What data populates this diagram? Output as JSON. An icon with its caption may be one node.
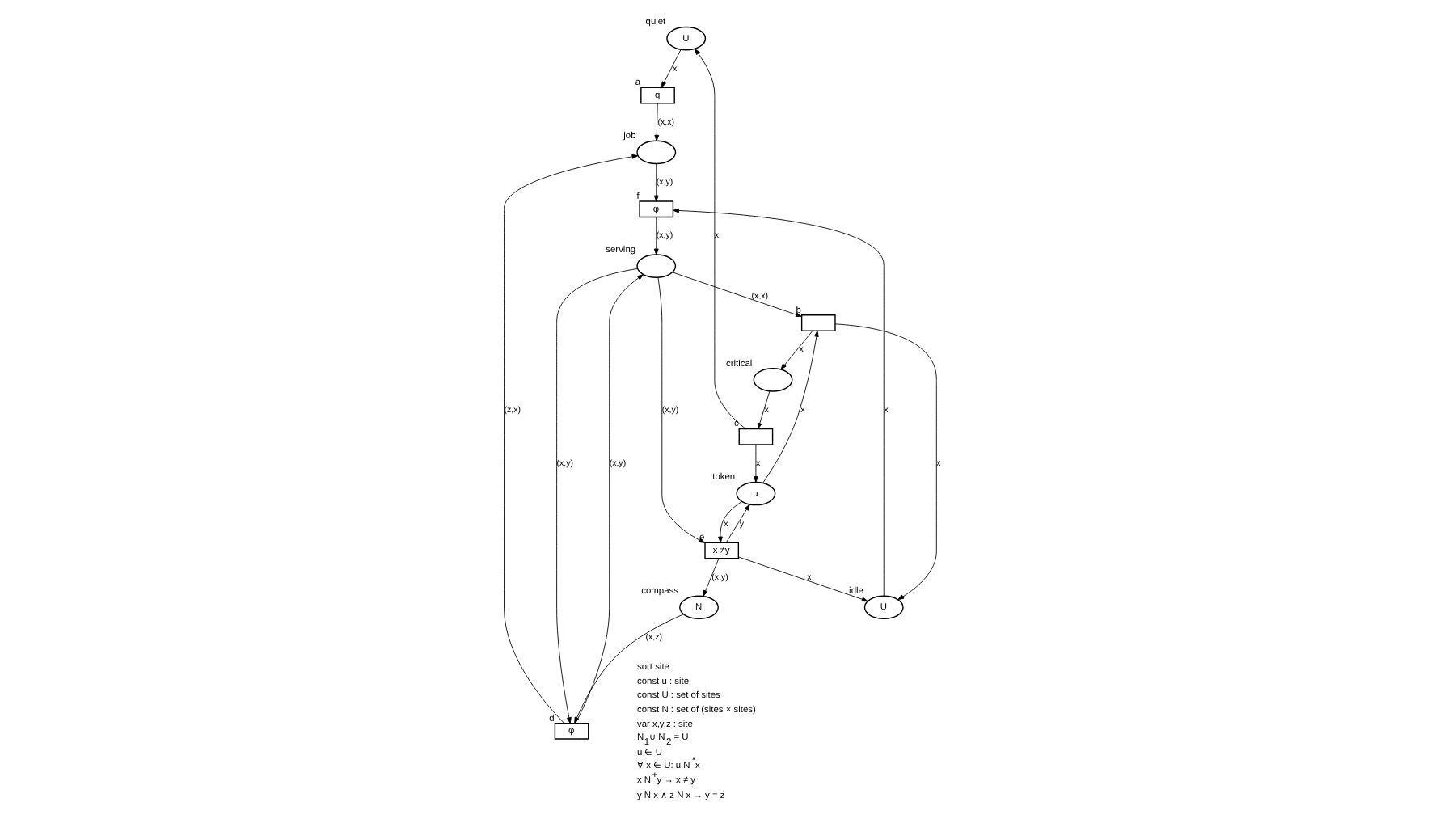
{
  "diagram": {
    "nodes": [
      {
        "text": [
          "U"
        ],
        "beside": [
          "quiet"
        ]
      },
      {
        "text": [
          "q"
        ],
        "beside": [
          "a"
        ]
      },
      {
        "text": [],
        "shape": "ellipse",
        "beside": [
          "job"
        ]
      },
      {
        "text": [
          "φ"
        ],
        "beside": [
          "d"
        ]
      },
      {
        "text": [],
        "shape": "box",
        "beside": [
          "c"
        ]
      },
      {
        "text": [
          "φ"
        ],
        "beside": [
          "f"
        ]
      },
      {
        "text": [
          "N"
        ],
        "beside": [
          "compass"
        ]
      },
      {
        "text": [],
        "shape": "ellipse",
        "beside": [
          "critical"
        ]
      },
      {
        "text": [
          "U"
        ],
        "beside": [
          "idle"
        ]
      },
      {
        "text": [],
        "shape": "ellipse",
        "beside": [
          "serving"
        ]
      },
      {
        "text": [],
        "shape": "box",
        "beside": [
          "b"
        ]
      },
      {
        "text": [
          "x ≠y"
        ],
        "beside": [
          "e"
        ]
      },
      {
        "text": [
          "u"
        ],
        "beside": [
          "token"
        ]
      }
    ],
    "edges": [
      {
        "from": 0,
        "to": 1,
        "arrow": "to",
        "label": "x"
      },
      {
        "from": 1,
        "to": 2,
        "arrow": "to",
        "label": "(x,x)"
      },
      {
        "from": 3,
        "to": 2,
        "arrow": "to",
        "label": "(z,x)"
      },
      {
        "from": 2,
        "to": 5,
        "arrow": "to",
        "label": "(x,y)"
      },
      {
        "from": 4,
        "to": 0,
        "arrow": "to",
        "label": "x"
      },
      {
        "from": 7,
        "to": 4,
        "arrow": "to",
        "label": "x"
      },
      {
        "from": 4,
        "to": 12,
        "arrow": "to",
        "label": "x"
      },
      {
        "from": 8,
        "to": 5,
        "arrow": "to",
        "label": "x"
      },
      {
        "from": 5,
        "to": 9,
        "arrow": "to",
        "label": "(x,y)"
      },
      {
        "from": 9,
        "to": 3,
        "arrow": "to",
        "label": "(x,y)"
      },
      {
        "from": 3,
        "to": 9,
        "arrow": "to",
        "label": "(x,y)"
      },
      {
        "from": 6,
        "to": 3,
        "arrow": "to",
        "label": "(x,z)"
      },
      {
        "from": 11,
        "to": 6,
        "arrow": "to",
        "label": "(x,y)"
      },
      {
        "from": 10,
        "to": 7,
        "arrow": "to",
        "label": "x"
      },
      {
        "from": 10,
        "to": 8,
        "arrow": "to",
        "label": "x"
      },
      {
        "from": 9,
        "to": 10,
        "arrow": "to",
        "label": "(x,x)"
      },
      {
        "from": 9,
        "to": 11,
        "arrow": "to",
        "label": "(x,y)"
      },
      {
        "from": 11,
        "to": 8,
        "arrow": "to",
        "label": "x"
      },
      {
        "from": 12,
        "to": 10,
        "arrow": "to",
        "label": "x"
      },
      {
        "from": 12,
        "to": 11,
        "arrow": "to",
        "label": "x"
      },
      {
        "from": 11,
        "to": 12,
        "arrow": "to",
        "label": "y"
      }
    ],
    "labels": [
      "sort site",
      "const u : site",
      "const U : set of sites",
      "const N : set of (sites × sites)",
      "var x,y,z : site",
      "N$_{1}$∪ N$_{2}$ = U",
      "u ∈ U",
      "∀ x ∈ U: u N$^{*}$x",
      "x N$^{+}$y → x ≠ y",
      "y N x ∧ z N x → y = z"
    ]
  }
}
